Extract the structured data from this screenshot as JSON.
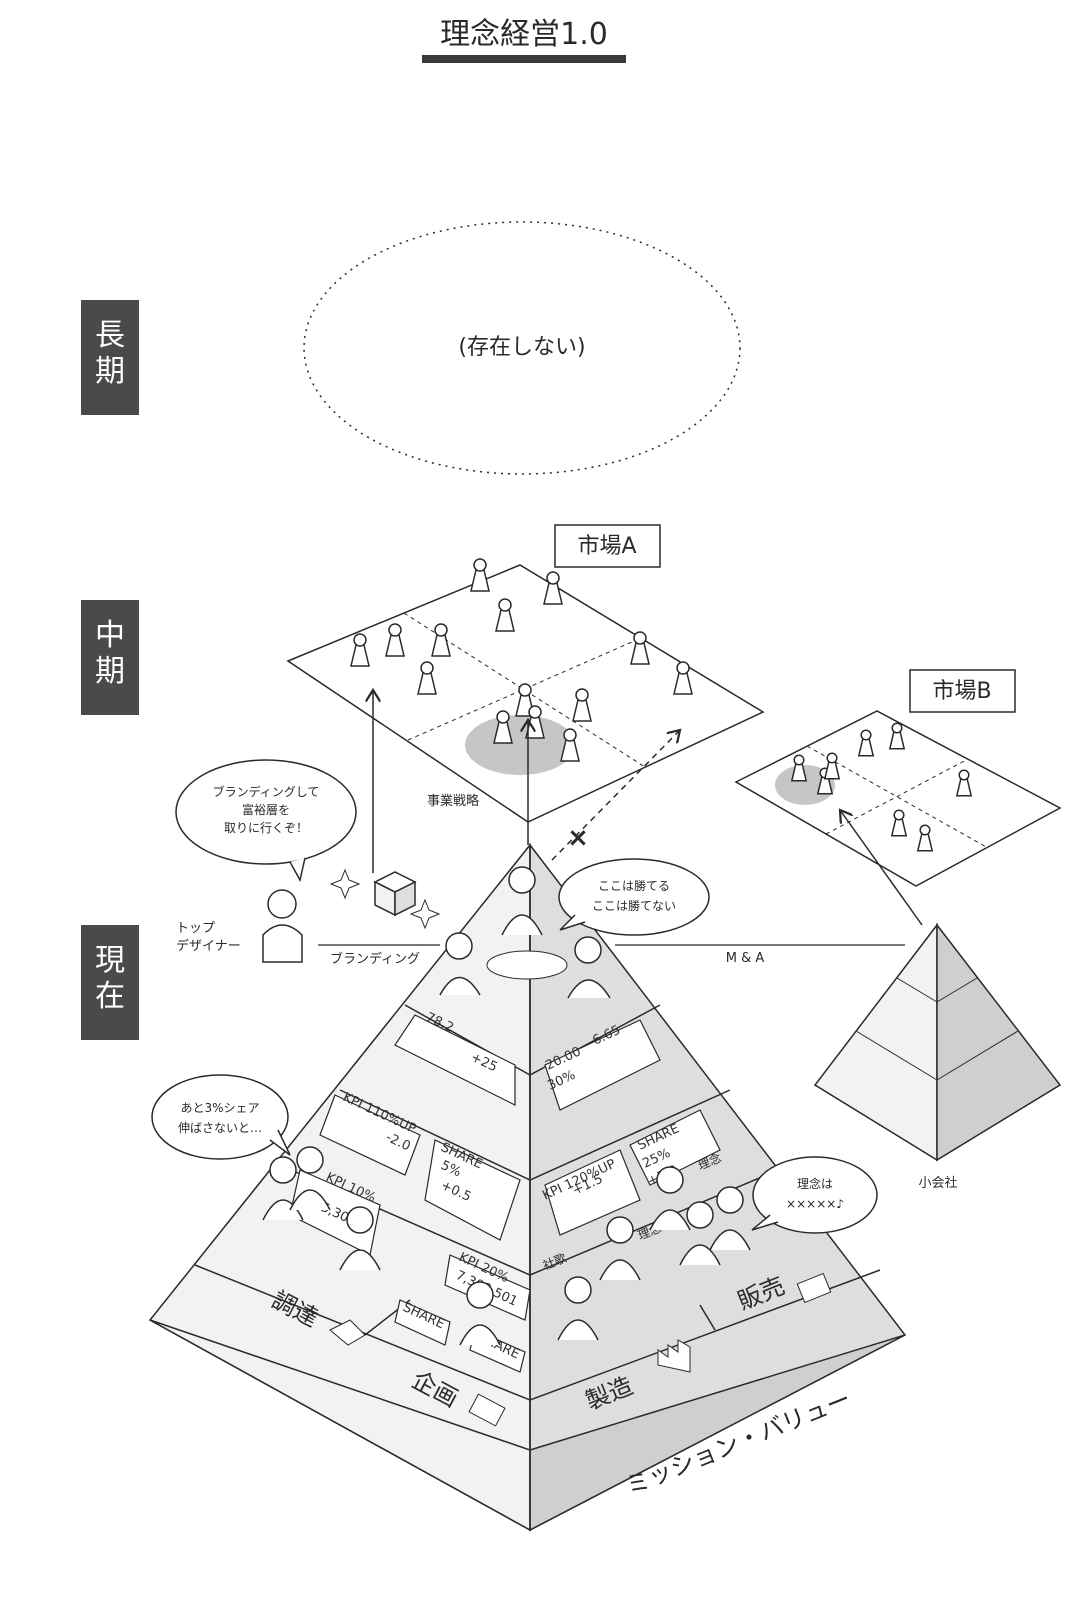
{
  "title": "理念経営1.0",
  "time_axis": {
    "long": "長期",
    "mid": "中期",
    "now": "現在"
  },
  "long_term": {
    "oval_text": "(存在しない)"
  },
  "markets": {
    "a_label": "市場A",
    "b_label": "市場B"
  },
  "labels": {
    "strategy": "事業戦略",
    "mna": "M & A",
    "subsidiary": "小会社",
    "top_designer": "トップ\nデザイナー",
    "branding": "ブランディング"
  },
  "bubbles": {
    "designer": "ブランディングして\n富裕層を\n取りに行くぞ！",
    "leaders": "ここは勝てる\nここは勝てない",
    "share": "あと3%シェア\n伸ばさないと…",
    "rinen": "理念は\n×××××♪"
  },
  "pyramid": {
    "departments": [
      "調達",
      "企画",
      "製造",
      "販売"
    ],
    "base": "ミッション・バリュー",
    "screens": [
      "78.2",
      "+25",
      "20.00",
      "6.65",
      "30%",
      "KPI 110%UP",
      "-2.0",
      "SHARE",
      "5%",
      "+0.5",
      "KPI 120%UP",
      "+1.5",
      "SHARE",
      "25%",
      "+7.0",
      "KPI 10%",
      "5,300.5",
      "KPI 20%",
      "7,300,501",
      "SHARE",
      "SHARE"
    ],
    "posters": [
      "理念",
      "理念",
      "理念",
      "社歌"
    ]
  },
  "colors": {
    "ink": "#2a2a2a",
    "band": "#4a4a4a",
    "light_face": "#f2f2f2",
    "shade_face": "#dedede",
    "dark_face": "#cfcfcf",
    "highlight": "#c6c6c6"
  }
}
